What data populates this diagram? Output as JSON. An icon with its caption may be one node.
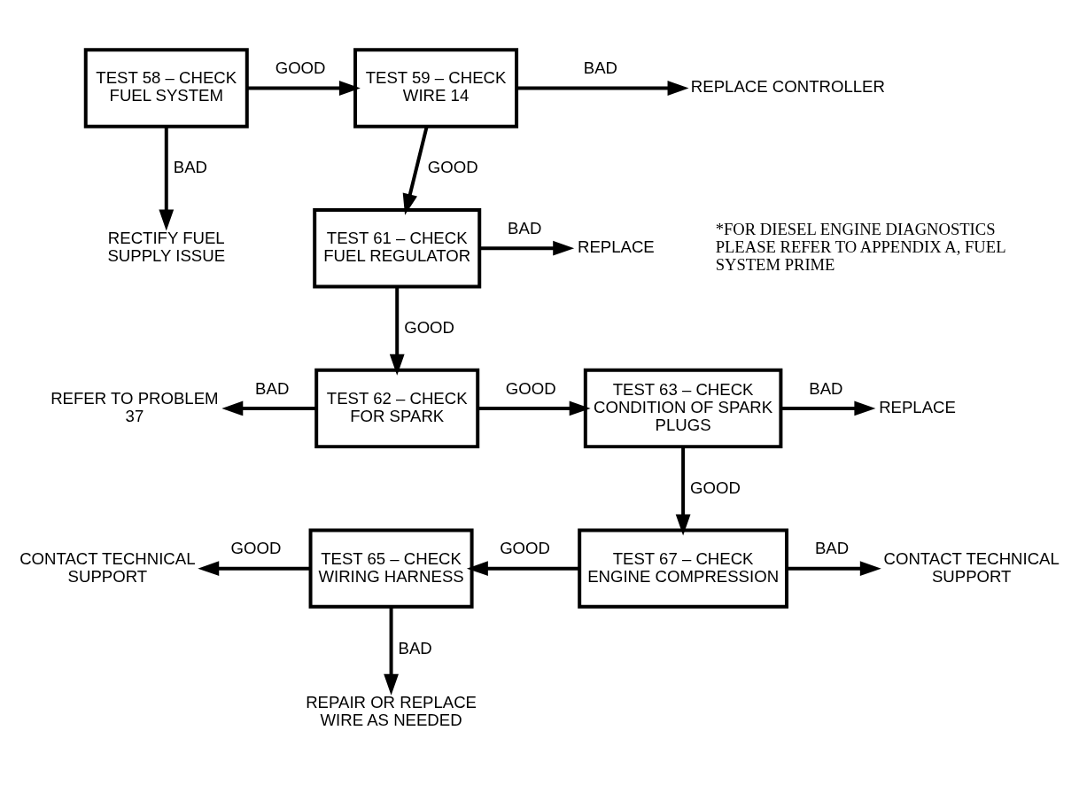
{
  "diagram": {
    "nodes": [
      {
        "text": [
          "TEST 58 – CHECK FUEL SYSTEM"
        ]
      },
      {
        "text": [
          "TEST 59 – CHECK WIRE 14"
        ]
      },
      {
        "text": [
          "REPLACE CONTROLLER"
        ]
      },
      {
        "text": [
          "RECTIFY FUEL SUPPLY ISSUE"
        ]
      },
      {
        "text": [
          "TEST 61 – CHECK FUEL REGULATOR"
        ]
      },
      {
        "text": [
          "REPLACE"
        ]
      },
      {
        "text": [
          "REFER TO PROBLEM 37"
        ]
      },
      {
        "text": [
          "TEST 62 – CHECK FOR SPARK"
        ]
      },
      {
        "text": [
          "TEST 63 – CHECK CONDITION OF SPARK PLUGS"
        ]
      },
      {
        "text": [
          "REPLACE"
        ]
      },
      {
        "text": [
          "CONTACT TECHNICAL SUPPORT"
        ]
      },
      {
        "text": [
          "TEST 65 – CHECK WIRING HARNESS"
        ]
      },
      {
        "text": [
          "TEST 67 – CHECK ENGINE COMPRESSION"
        ]
      },
      {
        "text": [
          "CONTACT TECHNICAL SUPPORT"
        ]
      },
      {
        "text": [
          "REPAIR OR REPLACE WIRE AS NEEDED"
        ]
      }
    ],
    "edges": [
      {
        "from": 0,
        "to": 1,
        "arrow": "to",
        "label": "GOOD"
      },
      {
        "from": 0,
        "to": 3,
        "arrow": "to",
        "label": "BAD"
      },
      {
        "from": 1,
        "to": 2,
        "arrow": "to",
        "label": "BAD"
      },
      {
        "from": 1,
        "to": 4,
        "arrow": "to",
        "label": "GOOD"
      },
      {
        "from": 4,
        "to": 5,
        "arrow": "to",
        "label": "BAD"
      },
      {
        "from": 4,
        "to": 7,
        "arrow": "to",
        "label": "GOOD"
      },
      {
        "from": 7,
        "to": 6,
        "arrow": "to",
        "label": "BAD"
      },
      {
        "from": 7,
        "to": 8,
        "arrow": "to",
        "label": "GOOD"
      },
      {
        "from": 8,
        "to": 9,
        "arrow": "to",
        "label": "BAD"
      },
      {
        "from": 8,
        "to": 12,
        "arrow": "to",
        "label": "GOOD"
      },
      {
        "from": 11,
        "to": 10,
        "arrow": "to",
        "label": "GOOD"
      },
      {
        "from": 11,
        "to": 14,
        "arrow": "to",
        "label": "BAD"
      },
      {
        "from": 12,
        "to": 11,
        "arrow": "to",
        "label": "GOOD"
      },
      {
        "from": 12,
        "to": 13,
        "arrow": "to",
        "label": "BAD"
      }
    ],
    "labels": [
      "*FOR DIESEL ENGINE DIAGNOSTICS PLEASE REFER TO APPENDIX A, FUEL SYSTEM PRIME"
    ]
  }
}
